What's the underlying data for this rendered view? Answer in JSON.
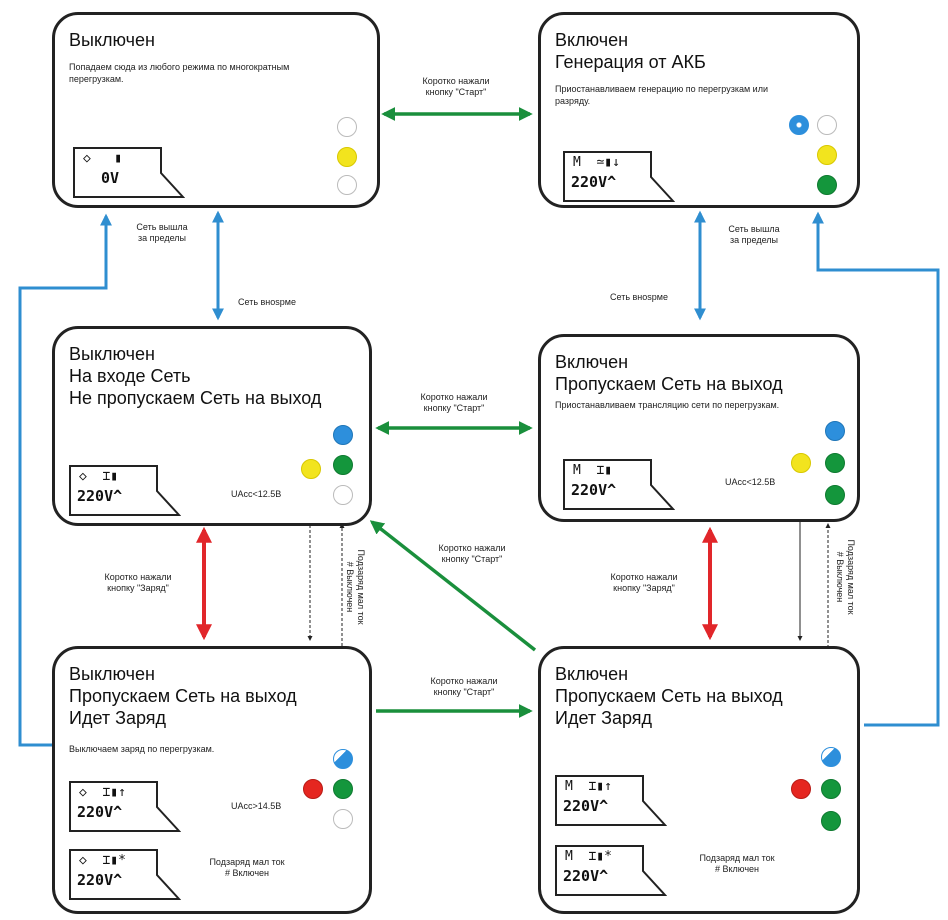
{
  "colors": {
    "led_blue": "#2d8fdc",
    "led_yellow": "#f2e41e",
    "led_green": "#14963c",
    "led_red": "#e52620",
    "arrow_green": "#1a8f3c",
    "arrow_red": "#e1262a",
    "arrow_blue": "#2f8ed0"
  },
  "states": {
    "off_overload": {
      "title": [
        "Выключен"
      ],
      "desc": "Попадаем сюда из любого режима по многократным перегрузкам.",
      "lcd": {
        "icons": "◇   ▮",
        "value": "0V"
      }
    },
    "on_battery": {
      "title": [
        "Включен",
        "Генерация от АКБ"
      ],
      "desc": "Приостанавливаем генерацию по перегрузкам или разряду.",
      "lcd": {
        "icons": "M  ≃▮↓",
        "value": "220V^"
      }
    },
    "off_grid": {
      "title": [
        "Выключен",
        "На входе Сеть",
        "Не пропускаем Сеть на выход"
      ],
      "lcd": {
        "icons": "◇  ⌶▮",
        "value": "220V^"
      },
      "uacc": "UAcc<12.5B"
    },
    "on_passthrough": {
      "title": [
        "Включен",
        "Пропускаем Сеть на выход"
      ],
      "desc": "Приостанавливаем трансляцию сети по перегрузкам.",
      "lcd": {
        "icons": "M  ⌶▮",
        "value": "220V^"
      },
      "uacc": "UAcc<12.5B"
    },
    "off_charging": {
      "title": [
        "Выключен",
        "Пропускаем Сеть на выход",
        "Идет Заряд"
      ],
      "desc": "Выключаем заряд по перегрузкам.",
      "lcd1": {
        "icons": "◇  ⌶▮↑",
        "value": "220V^"
      },
      "lcd2": {
        "icons": "◇  ⌶▮*",
        "value": "220V^"
      },
      "uacc": "UAcc>14.5B",
      "note": [
        "Подзаряд мал ток",
        "# Включен"
      ]
    },
    "on_charging": {
      "title": [
        "Включен",
        "Пропускаем Сеть на выход",
        "Идет Заряд"
      ],
      "lcd1": {
        "icons": "M  ⌶▮↑",
        "value": "220V^"
      },
      "lcd2": {
        "icons": "M  ⌶▮*",
        "value": "220V^"
      },
      "note": [
        "Подзаряд мал ток",
        "# Включен"
      ]
    }
  },
  "labels": {
    "start_short": [
      "Коротко нажали",
      "кнопку \"Старт\""
    ],
    "charge_short": [
      "Коротко нажали",
      "кнопку \"Заряд\""
    ],
    "grid_out": [
      "Сеть вышла",
      "за пределы"
    ],
    "grid_ok": "Сеть вноsрме",
    "trickle_off": [
      "Подзаряд мал ток",
      "# Выключен"
    ]
  }
}
